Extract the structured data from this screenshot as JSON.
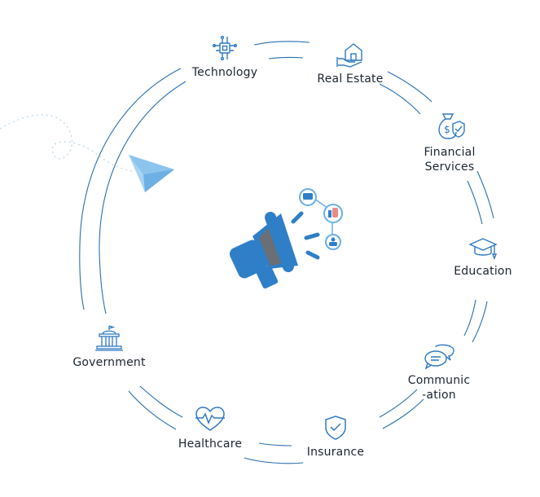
{
  "sectors": [
    {
      "id": "technology",
      "label": "Technology",
      "icon": "circuit-chip-icon"
    },
    {
      "id": "real-estate",
      "label": "Real Estate",
      "icon": "house-in-hand-icon"
    },
    {
      "id": "financial-services",
      "label": "Financial",
      "label2": "Services",
      "icon": "money-bag-shield-icon"
    },
    {
      "id": "education",
      "label": "Education",
      "icon": "graduation-cap-icon"
    },
    {
      "id": "communication",
      "label": "Communic",
      "label2": "-ation",
      "icon": "chat-bubbles-icon"
    },
    {
      "id": "insurance",
      "label": "Insurance",
      "icon": "shield-check-icon"
    },
    {
      "id": "healthcare",
      "label": "Healthcare",
      "icon": "heart-pulse-icon"
    },
    {
      "id": "government",
      "label": "Government",
      "icon": "government-building-icon"
    }
  ],
  "center": {
    "icon": "megaphone-icon",
    "bubbles": [
      "chat-bubble-icon",
      "thumbs-up-icon",
      "person-icon"
    ]
  },
  "decoration": {
    "icon": "paper-plane-icon"
  },
  "colors": {
    "line": "#2a6fb0",
    "icon": "#2f79c0",
    "text": "#1c2430",
    "plane": "#8cc4ee",
    "megaphone_blue": "#2f7fc8",
    "megaphone_gray": "#6b6e74"
  }
}
